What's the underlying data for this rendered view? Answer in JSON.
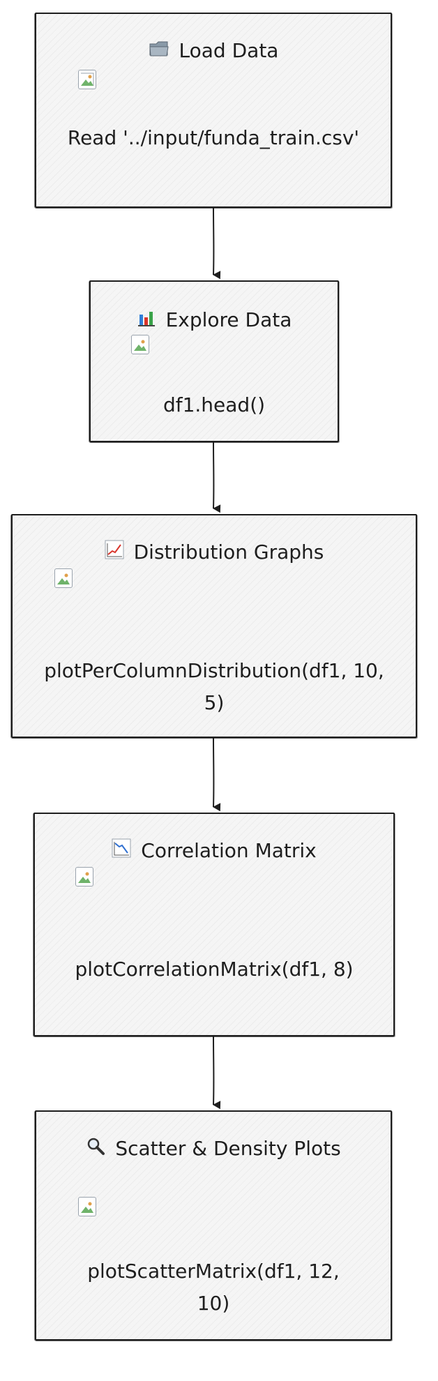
{
  "nodes": [
    {
      "id": "load-data",
      "icon": "folder-icon",
      "title": "Load Data",
      "code": "Read '../input/funda_train.csv'"
    },
    {
      "id": "explore-data",
      "icon": "bar-chart-icon",
      "title": "Explore Data",
      "code": "df1.head()"
    },
    {
      "id": "distribution-graphs",
      "icon": "trend-up-chart-icon",
      "title": "Distribution Graphs",
      "code": "plotPerColumnDistribution(df1, 10, 5)"
    },
    {
      "id": "correlation-matrix",
      "icon": "trend-down-chart-icon",
      "title": "Correlation Matrix",
      "code": "plotCorrelationMatrix(df1, 8)"
    },
    {
      "id": "scatter-density-plots",
      "icon": "magnifier-icon",
      "title": "Scatter & Density Plots",
      "code": "plotScatterMatrix(df1, 12, 10)"
    }
  ],
  "edges": [
    {
      "from": "load-data",
      "to": "explore-data"
    },
    {
      "from": "explore-data",
      "to": "distribution-graphs"
    },
    {
      "from": "distribution-graphs",
      "to": "correlation-matrix"
    },
    {
      "from": "correlation-matrix",
      "to": "scatter-density-plots"
    }
  ],
  "colors": {
    "stroke": "#1e1e1e",
    "fill": "#f5f5f5"
  }
}
